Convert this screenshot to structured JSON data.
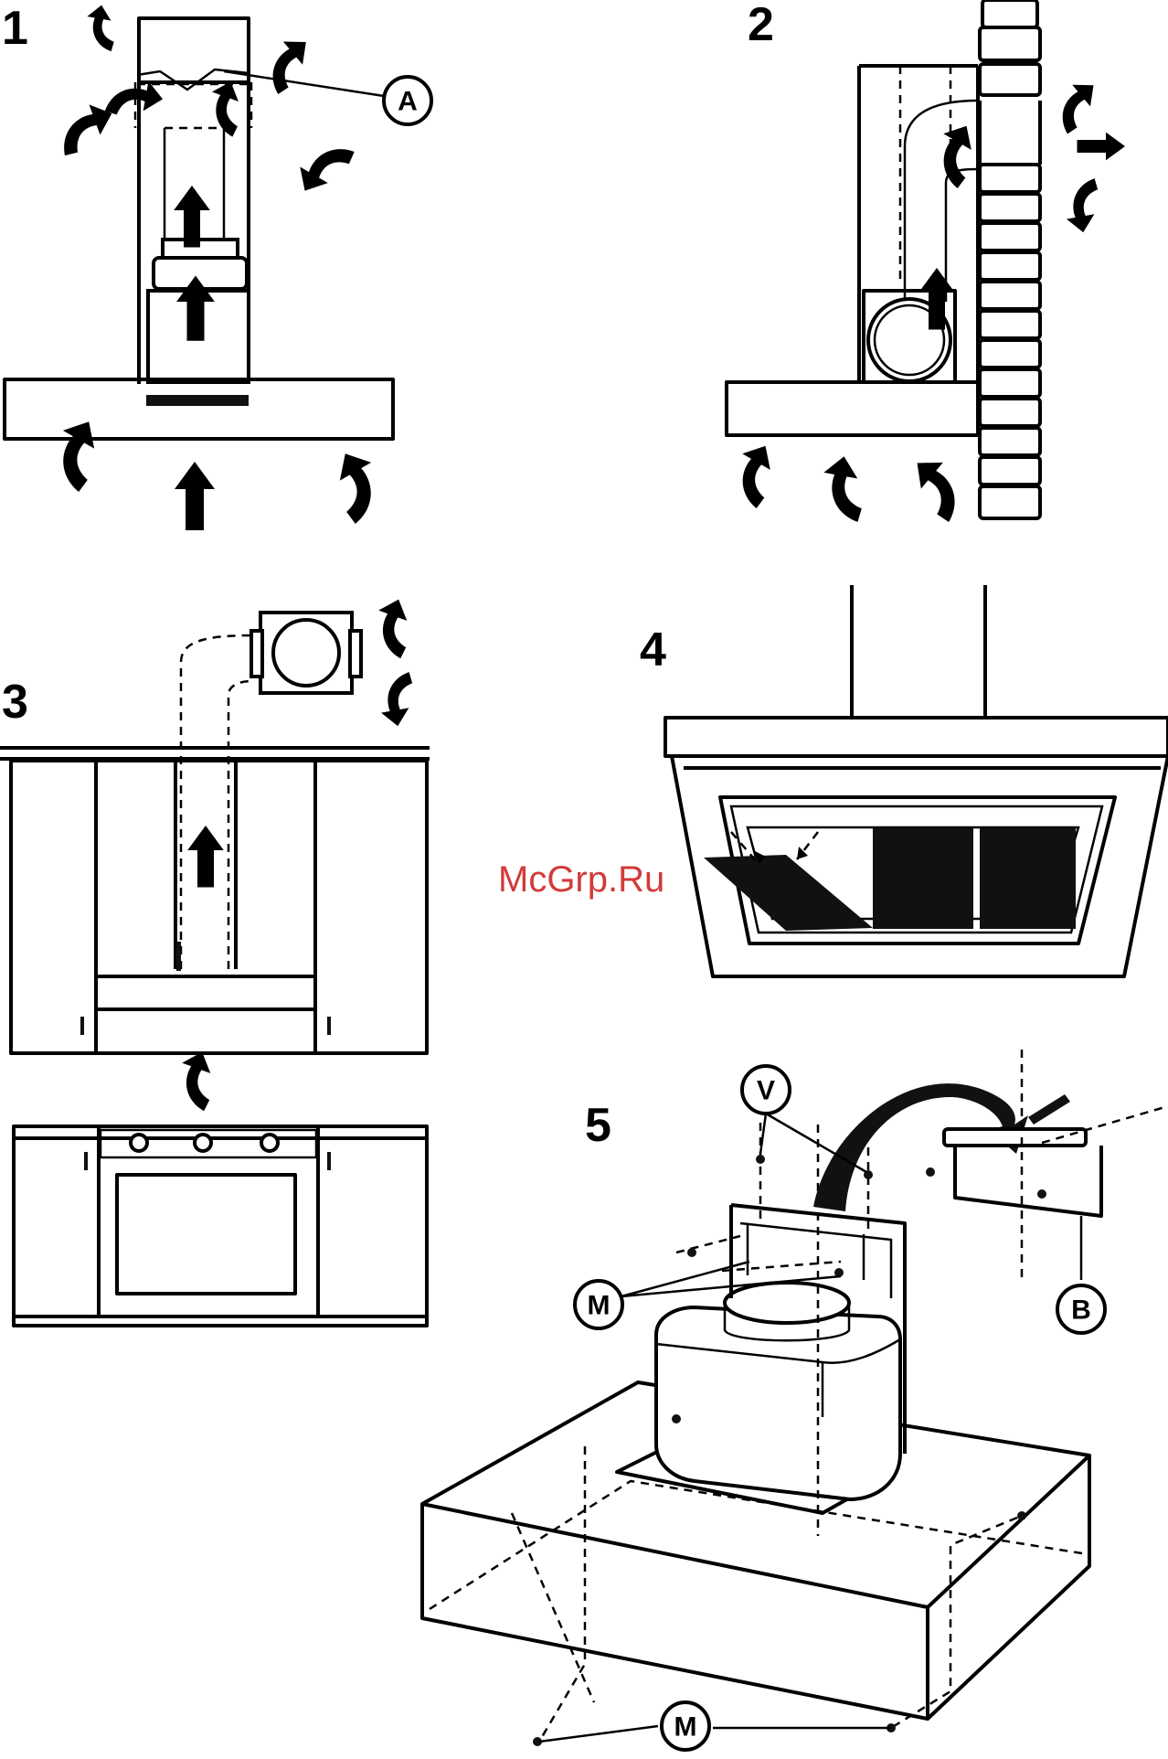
{
  "figures": [
    {
      "id": "1",
      "label": "1"
    },
    {
      "id": "2",
      "label": "2"
    },
    {
      "id": "3",
      "label": "3"
    },
    {
      "id": "4",
      "label": "4"
    },
    {
      "id": "5",
      "label": "5"
    }
  ],
  "callouts": {
    "a": "A",
    "v": "V",
    "m_top": "M",
    "b": "B",
    "m_bottom": "M"
  },
  "watermark": "McGrp.Ru",
  "colors": {
    "line": "#000000",
    "watermark": "#d23a3a",
    "background": "#ffffff"
  }
}
